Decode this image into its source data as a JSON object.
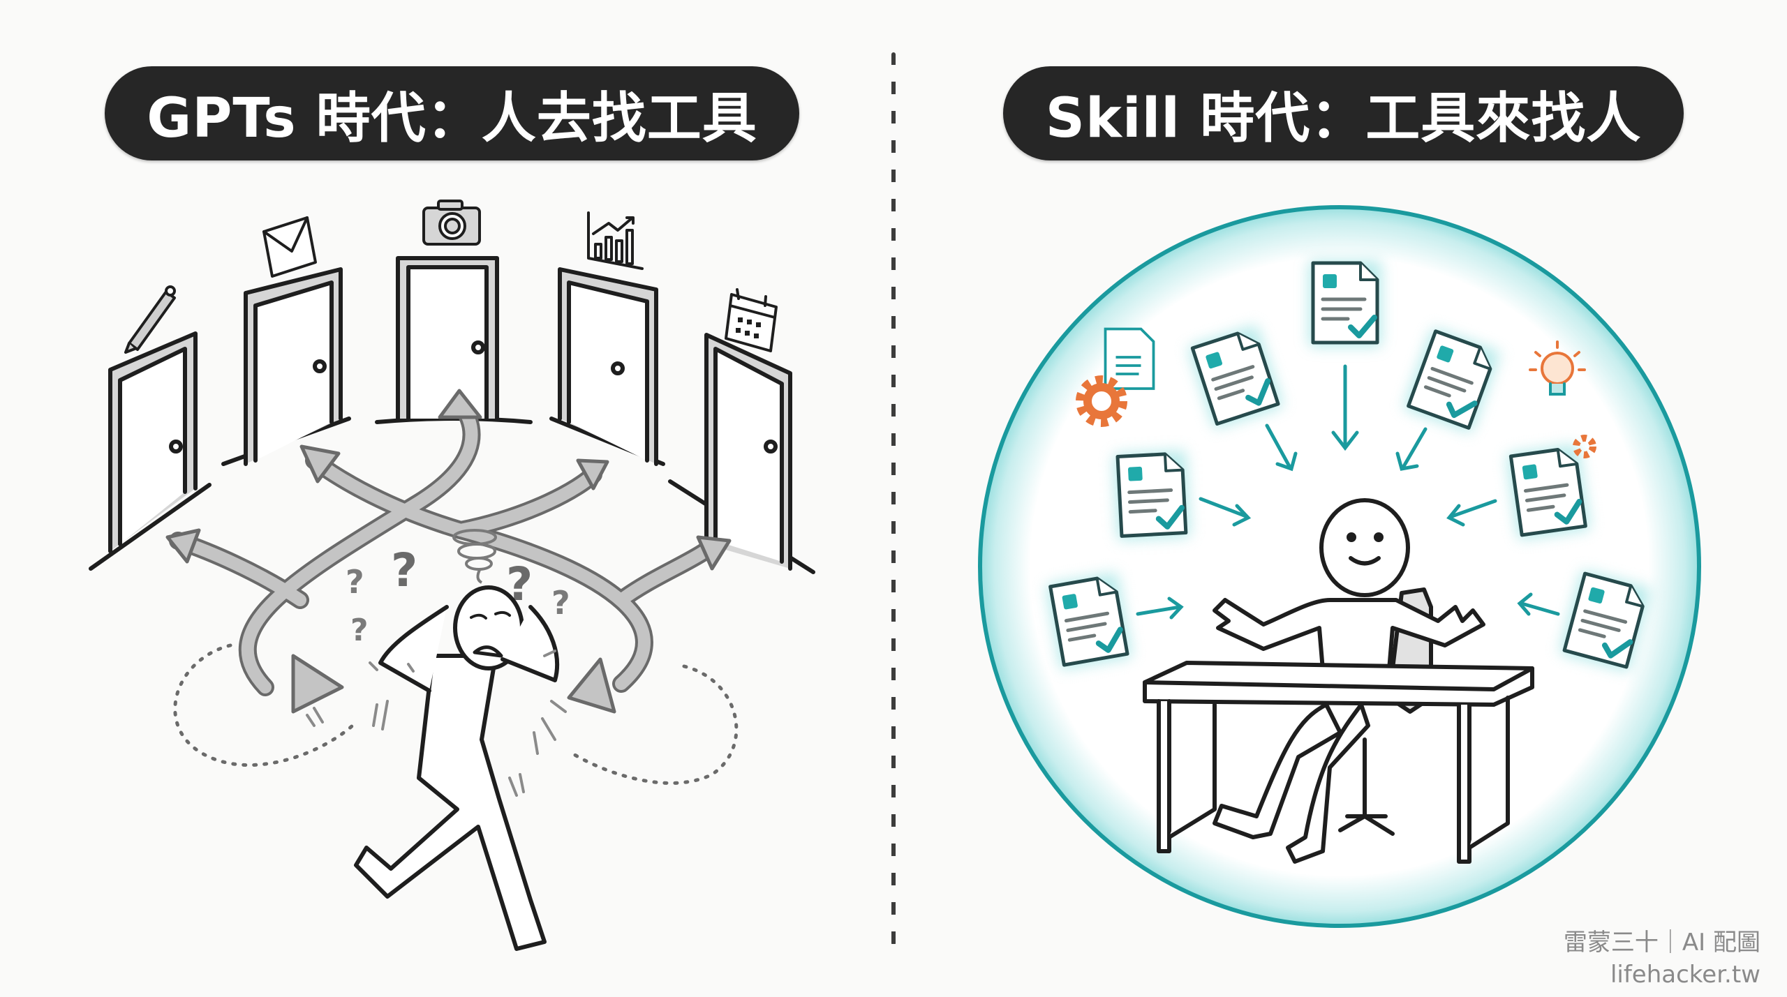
{
  "left_panel": {
    "title": "GPTs 時代：人去找工具",
    "doors": [
      {
        "icon": "pen-icon"
      },
      {
        "icon": "envelope-icon"
      },
      {
        "icon": "camera-icon"
      },
      {
        "icon": "bar-chart-icon"
      },
      {
        "icon": "calendar-icon"
      }
    ],
    "figure": "stressed-running-person",
    "symbols": [
      "?",
      "?",
      "?",
      "?",
      "?"
    ]
  },
  "right_panel": {
    "title": "Skill 時代：工具來找人",
    "figure": "smiling-person-at-desk",
    "document_count": 8,
    "extra_icons": [
      "gear-icon",
      "lightbulb-icon",
      "gear-icon"
    ]
  },
  "credit": {
    "line1": "雷蒙三十｜AI 配圖",
    "line2": "lifehacker.tw"
  },
  "colors": {
    "pill_bg": "#262626",
    "teal": "#1a9a9e",
    "orange": "#e8763a",
    "arrow_gray": "#b8b8b8",
    "line_dark": "#1e1e1e"
  }
}
